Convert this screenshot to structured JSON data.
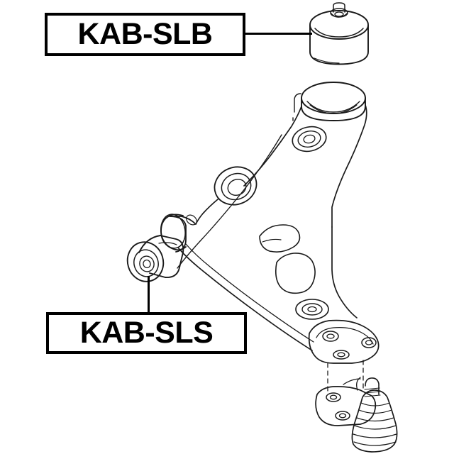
{
  "diagram": {
    "title": "Front Lower Control Arm Bushing Diagram",
    "background_color": "#ffffff",
    "line_color": "#1a1a1a",
    "label_border_color": "#000000"
  },
  "labels": [
    {
      "id": "slb",
      "part_number": "KAB-SLB",
      "points_to": "upper-control-arm-bushing",
      "leader_direction": "horizontal-right"
    },
    {
      "id": "sls",
      "part_number": "KAB-SLS",
      "points_to": "rear-control-arm-bushing",
      "leader_direction": "vertical-up"
    }
  ],
  "components": {
    "upper_bushing": {
      "name": "upper-control-arm-bushing",
      "shape": "cylindrical-barrel",
      "description": "Rubber-metal bushing, cylindrical body with domed top and center stud"
    },
    "rear_bushing": {
      "name": "rear-control-arm-bushing",
      "shape": "angled-cylinder",
      "description": "Rubber-metal bushing shown at an angle with concentric rings on the end face"
    },
    "control_arm": {
      "name": "front-lower-control-arm",
      "features": [
        "large-bushing-socket-ring",
        "mid-arm-bushing-eye",
        "rear-bushing-socket-tube",
        "oval-lightening-hole",
        "square-lightening-hole",
        "ball-joint-mounting-flange",
        "flange-bolt-holes"
      ]
    },
    "ball_joint": {
      "name": "ball-joint-assembly",
      "features": [
        "threaded-stud",
        "ribbed-rubber-boot",
        "mounting-flange"
      ]
    }
  }
}
